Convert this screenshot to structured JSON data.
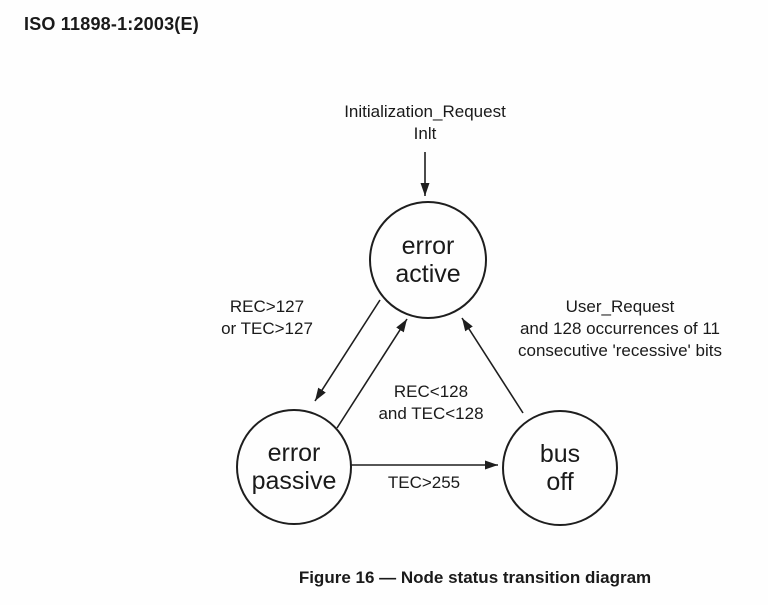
{
  "page": {
    "header": "ISO 11898-1:2003(E)",
    "caption": "Figure 16 — Node status transition diagram",
    "colors": {
      "background": "#fefefe",
      "ink": "#1a1a1a"
    }
  },
  "diagram": {
    "type": "state-transition",
    "states": [
      {
        "id": "error-active",
        "label": "error\nactive"
      },
      {
        "id": "error-passive",
        "label": "error\npassive"
      },
      {
        "id": "bus-off",
        "label": "bus\noff"
      }
    ],
    "transitions": [
      {
        "from": "start",
        "to": "error-active",
        "label": "Initialization_Request\nInlt"
      },
      {
        "from": "error-active",
        "to": "error-passive",
        "label": "REC>127\nor TEC>127"
      },
      {
        "from": "error-passive",
        "to": "error-active",
        "label": "REC<128\nand TEC<128"
      },
      {
        "from": "bus-off",
        "to": "error-active",
        "label": "User_Request\nand 128 occurrences of 11\nconsecutive 'recessive' bits"
      },
      {
        "from": "error-passive",
        "to": "bus-off",
        "label": "TEC>255"
      }
    ]
  }
}
